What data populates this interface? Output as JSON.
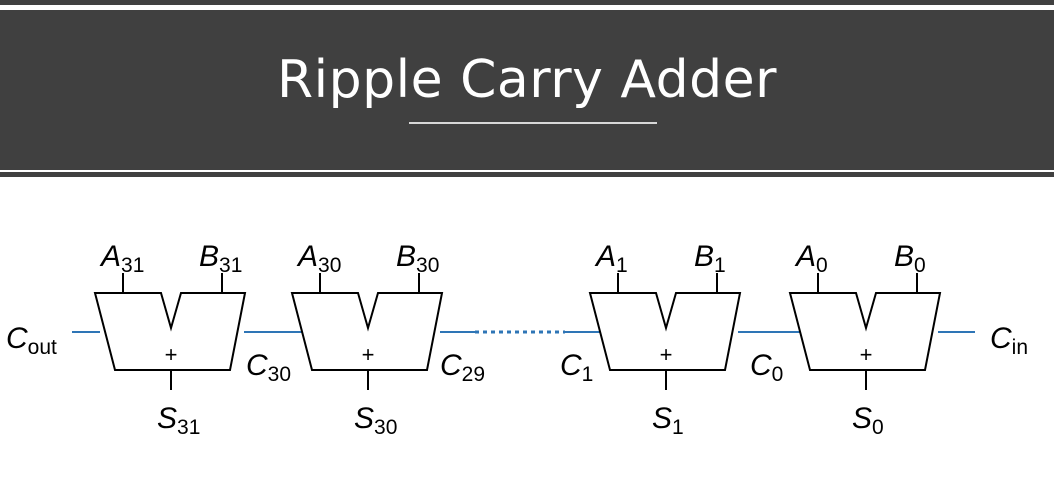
{
  "slide": {
    "title": "Ripple Carry Adder"
  },
  "colors": {
    "band": "#404040",
    "title_text": "#ffffff",
    "wire_carry": "#2e75b6",
    "wire_black": "#000000"
  },
  "diagram": {
    "adders": [
      {
        "a": "A",
        "a_sub": "31",
        "b": "B",
        "b_sub": "31",
        "s": "S",
        "s_sub": "31",
        "op": "+"
      },
      {
        "a": "A",
        "a_sub": "30",
        "b": "B",
        "b_sub": "30",
        "s": "S",
        "s_sub": "30",
        "op": "+"
      },
      {
        "a": "A",
        "a_sub": "1",
        "b": "B",
        "b_sub": "1",
        "s": "S",
        "s_sub": "1",
        "op": "+"
      },
      {
        "a": "A",
        "a_sub": "0",
        "b": "B",
        "b_sub": "0",
        "s": "S",
        "s_sub": "0",
        "op": "+"
      }
    ],
    "carries": {
      "cout": {
        "main": "C",
        "sub": "out"
      },
      "c30": {
        "main": "C",
        "sub": "30"
      },
      "c29": {
        "main": "C",
        "sub": "29"
      },
      "c1": {
        "main": "C",
        "sub": "1"
      },
      "c0": {
        "main": "C",
        "sub": "0"
      },
      "cin": {
        "main": "C",
        "sub": "in"
      }
    }
  }
}
